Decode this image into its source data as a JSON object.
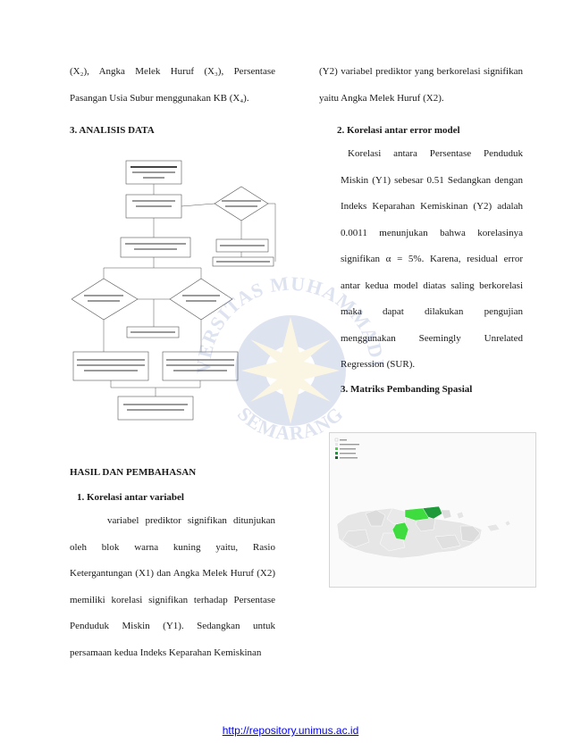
{
  "left_column": {
    "intro_para": "(X₂), Angka Melek Huruf (X₃), Persentase Pasangan Usia Subur menggunakan KB (X₄).",
    "section3_heading": "3. ANALISIS DATA",
    "results_heading": "HASIL DAN PEMBAHASAN",
    "sub1_heading": "1. Korelasi antar variabel",
    "sub1_para": "variabel prediktor signifikan ditunjukan oleh blok warna kuning yaitu, Rasio Ketergantungan (X1) dan Angka Melek Huruf (X2) memiliki korelasi signifikan terhadap Persentase Penduduk Miskin (Y1). Sedangkan untuk persamaan kedua Indeks Keparahan Kemiskinan"
  },
  "right_column": {
    "cont_para": "(Y2) variabel prediktor yang berkorelasi signifikan yaitu Angka Melek Huruf (X2).",
    "sub2_heading": "2. Korelasi antar error model",
    "sub2_para": "Korelasi antara Persentase Penduduk Miskin (Y1) sebesar 0.51 Sedangkan dengan Indeks Keparahan Kemiskinan (Y2) adalah 0.0011 menunjukan bahwa korelasinya signifikan α = 5%. Karena, residual error antar kedua model diatas saling berkorelasi maka dapat dilakukan pengujian menggunakan Seemingly Unrelated Regression (SUR).",
    "sub3_heading": "3. Matriks Pembanding Spasial"
  },
  "watermark": {
    "top_text": "UNIVERSITAS MUHAMMADIYAH",
    "bottom_text": "SEMARANG"
  },
  "footer": {
    "link_text": "http://repository.unimus.ac.id"
  },
  "colors": {
    "map_significant": "#3fdc3f",
    "map_dark": "#1f9a3a",
    "map_base": "#e6e6e6"
  }
}
